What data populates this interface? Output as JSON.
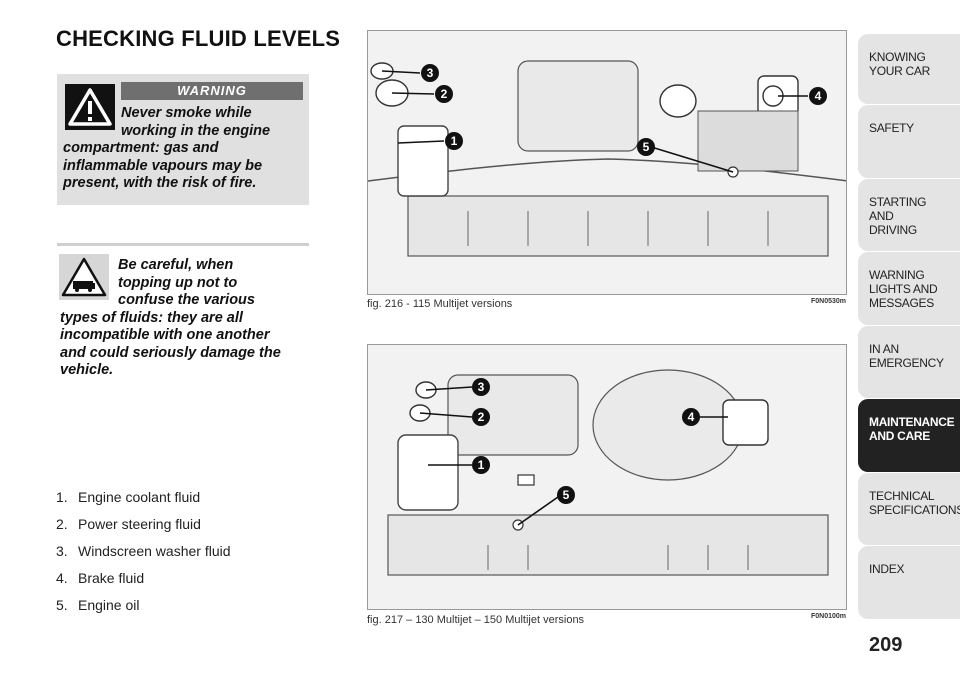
{
  "page": {
    "title": "CHECKING FLUID LEVELS",
    "number": "209"
  },
  "warning": {
    "badge": "WARNING",
    "icon": "warning-triangle-icon",
    "lines": [
      "Never smoke while",
      "working in the engine",
      "compartment: gas and",
      "inflammable vapours may be",
      "present, with the risk of fire."
    ]
  },
  "caution": {
    "icon": "vehicle-caution-icon",
    "lines": [
      "Be careful, when",
      "topping up not to",
      "confuse the various",
      "types of fluids: they are all",
      "incompatible with one another",
      "and could seriously damage the",
      "vehicle."
    ]
  },
  "legend": [
    {
      "num": "1.",
      "text": "Engine coolant fluid"
    },
    {
      "num": "2.",
      "text": "Power steering fluid"
    },
    {
      "num": "3.",
      "text": "Windscreen washer fluid"
    },
    {
      "num": "4.",
      "text": "Brake fluid"
    },
    {
      "num": "5.",
      "text": "Engine oil"
    }
  ],
  "figures": [
    {
      "caption": "fig. 216 - 115 Multijet versions",
      "code": "F0N0530m",
      "callouts": [
        "1",
        "2",
        "3",
        "4",
        "5"
      ]
    },
    {
      "caption": "fig. 217 – 130 Multijet – 150 Multijet versions",
      "code": "F0N0100m",
      "callouts": [
        "1",
        "2",
        "3",
        "4",
        "5"
      ]
    }
  ],
  "tabs": [
    {
      "label": "KNOWING\nYOUR CAR",
      "active": false
    },
    {
      "label": "SAFETY",
      "active": false
    },
    {
      "label": "STARTING\nAND\nDRIVING",
      "active": false
    },
    {
      "label": "WARNING\nLIGHTS AND\nMESSAGES",
      "active": false
    },
    {
      "label": "IN AN\nEMERGENCY",
      "active": false
    },
    {
      "label": "MAINTENANCE\nAND CARE",
      "active": true
    },
    {
      "label": "TECHNICAL\nSPECIFICATIONS",
      "active": false
    },
    {
      "label": "INDEX",
      "active": false
    }
  ]
}
